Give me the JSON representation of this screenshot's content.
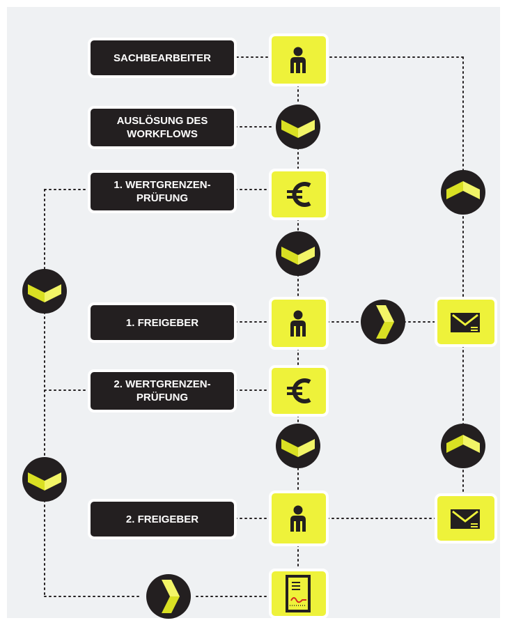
{
  "labels": {
    "sachbearbeiter": "SACHBEARBEITER",
    "ausloesung": "AUSLÖSUNG DES WORKFLOWS",
    "wertgrenze_1": "1. WERTGRENZEN-PRÜFUNG",
    "freigeber_1": "1. FREIGEBER",
    "wertgrenze_2": "2. WERTGRENZEN-PRÜFUNG",
    "freigeber_2": "2. FREIGEBER"
  },
  "colors": {
    "accent_yellow": "#eef23a",
    "dark": "#231f20",
    "background": "#eff1f3",
    "signature_red": "#d42a1e"
  },
  "icons": [
    "person-icon",
    "euro-icon",
    "envelope-icon",
    "document-icon",
    "chevron-down-icon",
    "chevron-up-icon",
    "chevron-right-icon"
  ]
}
